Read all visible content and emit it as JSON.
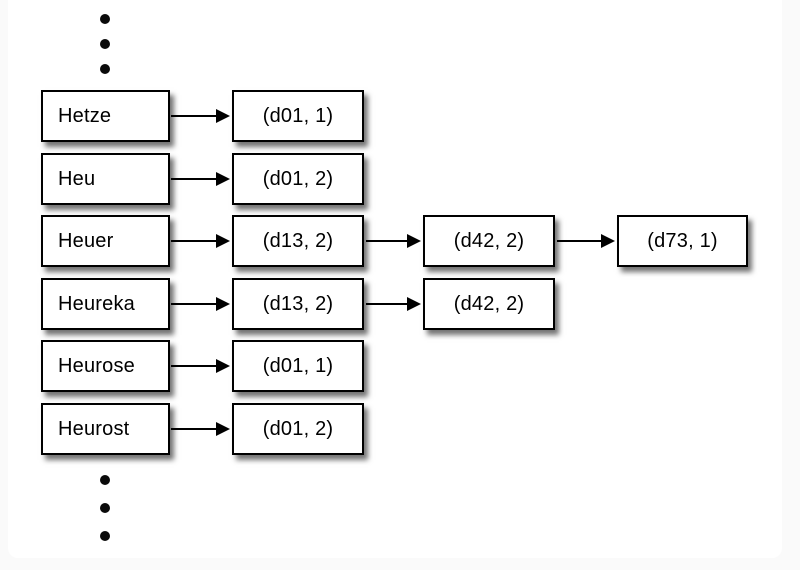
{
  "diagram": {
    "title": "inverted-index-posting-lists",
    "rows": [
      {
        "term": "Hetze",
        "postings": [
          "(d01, 1)"
        ]
      },
      {
        "term": "Heu",
        "postings": [
          "(d01, 2)"
        ]
      },
      {
        "term": "Heuer",
        "postings": [
          "(d13, 2)",
          "(d42, 2)",
          "(d73, 1)"
        ]
      },
      {
        "term": "Heureka",
        "postings": [
          "(d13, 2)",
          "(d42, 2)"
        ]
      },
      {
        "term": "Heurose",
        "postings": [
          "(d01, 1)"
        ]
      },
      {
        "term": "Heurost",
        "postings": [
          "(d01, 2)"
        ]
      }
    ],
    "ellipsis": {
      "top_icon": "vertical-ellipsis-dots",
      "bottom_icon": "vertical-ellipsis-dots",
      "meaning": "more entries above and below"
    },
    "colors": {
      "page_background": "#fafafa",
      "slide_background": "#ffffff",
      "box_fill": "#ffffff",
      "box_border": "#000000",
      "text": "#000000",
      "arrow": "#000000",
      "shadow": "rgba(0,0,0,0.55)"
    }
  }
}
